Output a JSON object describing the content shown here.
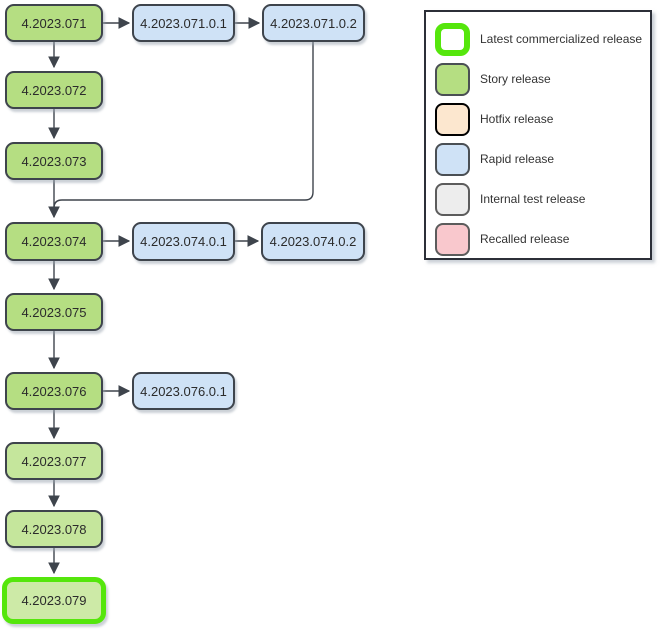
{
  "diagram": {
    "nodes": [
      {
        "id": "4.2023.071",
        "label": "4.2023.071",
        "type": "story"
      },
      {
        "id": "4.2023.071.0.1",
        "label": "4.2023.071.0.1",
        "type": "rapid"
      },
      {
        "id": "4.2023.071.0.2",
        "label": "4.2023.071.0.2",
        "type": "rapid"
      },
      {
        "id": "4.2023.072",
        "label": "4.2023.072",
        "type": "story"
      },
      {
        "id": "4.2023.073",
        "label": "4.2023.073",
        "type": "story"
      },
      {
        "id": "4.2023.074",
        "label": "4.2023.074",
        "type": "story"
      },
      {
        "id": "4.2023.074.0.1",
        "label": "4.2023.074.0.1",
        "type": "rapid"
      },
      {
        "id": "4.2023.074.0.2",
        "label": "4.2023.074.0.2",
        "type": "rapid"
      },
      {
        "id": "4.2023.075",
        "label": "4.2023.075",
        "type": "story"
      },
      {
        "id": "4.2023.076",
        "label": "4.2023.076",
        "type": "story"
      },
      {
        "id": "4.2023.076.0.1",
        "label": "4.2023.076.0.1",
        "type": "rapid"
      },
      {
        "id": "4.2023.077",
        "label": "4.2023.077",
        "type": "story_light"
      },
      {
        "id": "4.2023.078",
        "label": "4.2023.078",
        "type": "story_light"
      },
      {
        "id": "4.2023.079",
        "label": "4.2023.079",
        "type": "latest"
      }
    ],
    "edges": [
      [
        "4.2023.071",
        "4.2023.072"
      ],
      [
        "4.2023.072",
        "4.2023.073"
      ],
      [
        "4.2023.073",
        "4.2023.074"
      ],
      [
        "4.2023.074",
        "4.2023.075"
      ],
      [
        "4.2023.075",
        "4.2023.076"
      ],
      [
        "4.2023.076",
        "4.2023.077"
      ],
      [
        "4.2023.077",
        "4.2023.078"
      ],
      [
        "4.2023.078",
        "4.2023.079"
      ],
      [
        "4.2023.071",
        "4.2023.071.0.1"
      ],
      [
        "4.2023.071.0.1",
        "4.2023.071.0.2"
      ],
      [
        "4.2023.071.0.2",
        "4.2023.074"
      ],
      [
        "4.2023.074",
        "4.2023.074.0.1"
      ],
      [
        "4.2023.074.0.1",
        "4.2023.074.0.2"
      ],
      [
        "4.2023.076",
        "4.2023.076.0.1"
      ]
    ],
    "edge_color": "#3e444c"
  },
  "colors": {
    "story": {
      "fill": "#b5de82",
      "border": "#3e444c"
    },
    "story_light": {
      "fill": "#c5e69c",
      "border": "#3e444c"
    },
    "latest": {
      "fill": "#cdeaa7",
      "border": "#55e60c"
    },
    "rapid": {
      "fill": "#cfe2f6",
      "border": "#3e444c"
    }
  },
  "legend": {
    "items": [
      {
        "label": "Latest commercialized release",
        "fill": "#ffffff",
        "border": "#55e60c"
      },
      {
        "label": "Story release",
        "fill": "#b5de82",
        "border": "#4a4f54"
      },
      {
        "label": "Hotfix release",
        "fill": "#fce7cf",
        "border": "#000000"
      },
      {
        "label": "Rapid release",
        "fill": "#cfe2f6",
        "border": "#4a4f54"
      },
      {
        "label": "Internal test release",
        "fill": "#ededed",
        "border": "#5c5c5c"
      },
      {
        "label": "Recalled release",
        "fill": "#f9c8cd",
        "border": "#5c5c5c"
      }
    ]
  }
}
